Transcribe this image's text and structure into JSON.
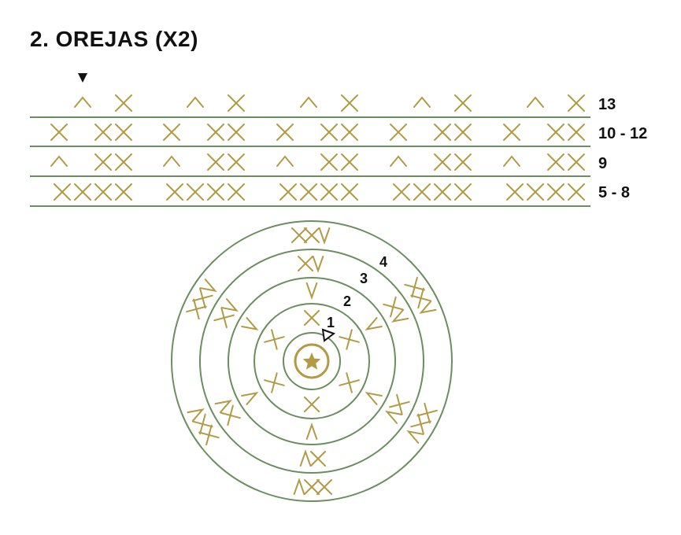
{
  "title": "2. OREJAS (X2)",
  "colors": {
    "line": "#6a8e5e",
    "stitch": "#b39a45",
    "text": "#111111",
    "marker": "#111111"
  },
  "rows": [
    {
      "label": "13",
      "groups": [
        [
          "inc",
          "sc"
        ],
        [
          "inc",
          "sc"
        ],
        [
          "inc",
          "sc"
        ],
        [
          "inc",
          "sc"
        ],
        [
          "inc",
          "sc"
        ]
      ]
    },
    {
      "label": "10 - 12",
      "groups": [
        [
          "sc",
          "sc",
          "sc"
        ],
        [
          "sc",
          "sc",
          "sc"
        ],
        [
          "sc",
          "sc",
          "sc"
        ],
        [
          "sc",
          "sc",
          "sc"
        ],
        [
          "sc",
          "sc",
          "sc"
        ]
      ]
    },
    {
      "label": "9",
      "groups": [
        [
          "inc",
          "sc",
          "sc"
        ],
        [
          "inc",
          "sc",
          "sc"
        ],
        [
          "inc",
          "sc",
          "sc"
        ],
        [
          "inc",
          "sc",
          "sc"
        ],
        [
          "inc",
          "sc",
          "sc"
        ]
      ]
    },
    {
      "label": "5 - 8",
      "groups": [
        [
          "sc",
          "sc",
          "sc",
          "sc"
        ],
        [
          "sc",
          "sc",
          "sc",
          "sc"
        ],
        [
          "sc",
          "sc",
          "sc",
          "sc"
        ],
        [
          "sc",
          "sc",
          "sc",
          "sc"
        ],
        [
          "sc",
          "sc",
          "sc",
          "sc"
        ]
      ]
    }
  ],
  "rounds": [
    {
      "label": "1"
    },
    {
      "label": "2"
    },
    {
      "label": "3"
    },
    {
      "label": "4"
    }
  ]
}
